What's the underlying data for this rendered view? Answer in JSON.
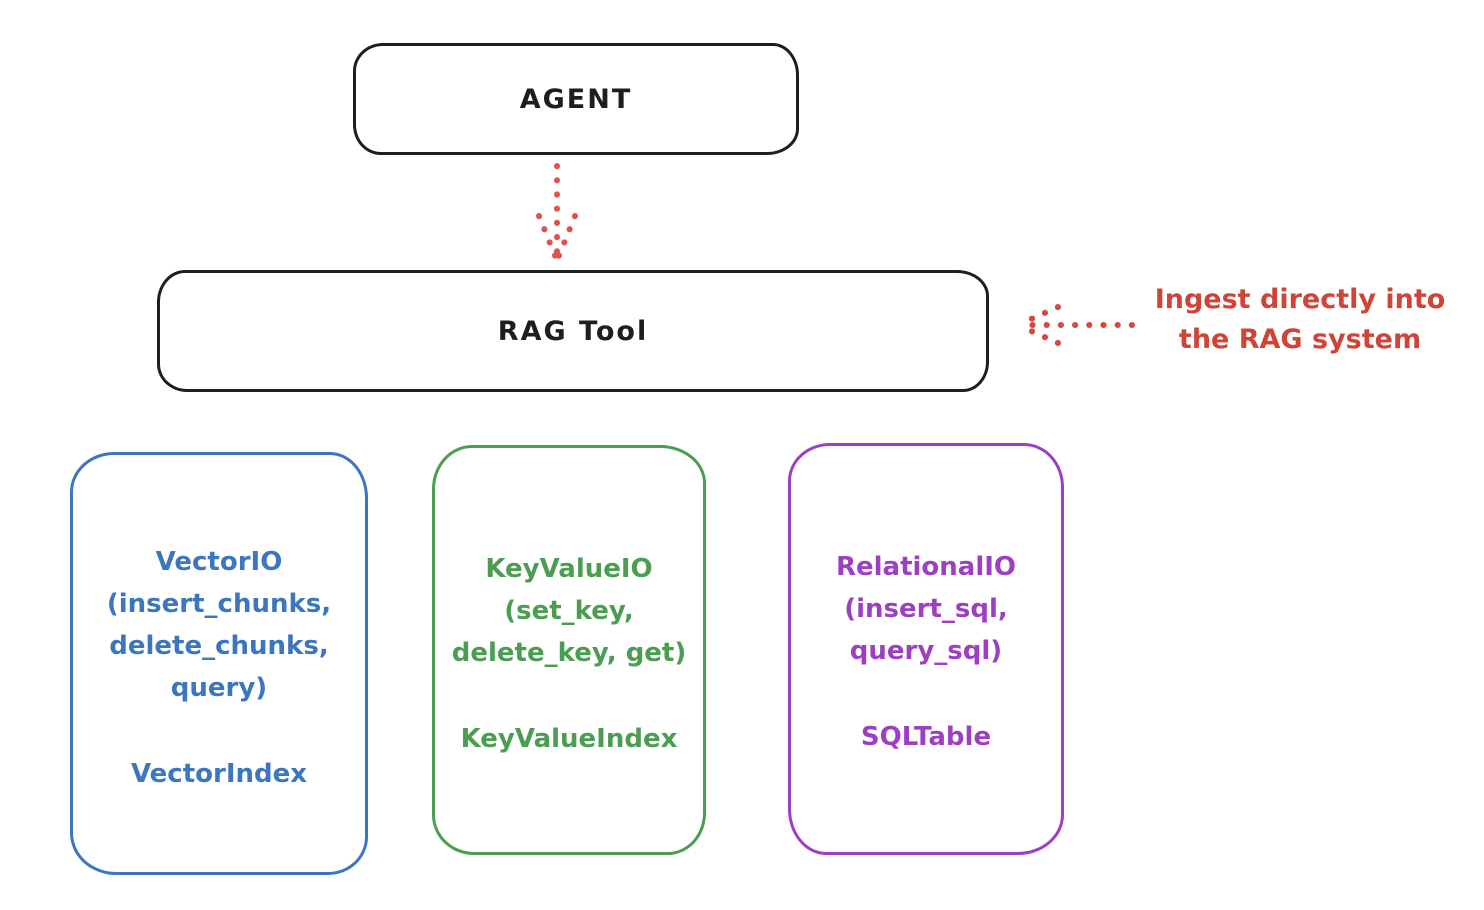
{
  "nodes": {
    "agent": {
      "label": "AGENT",
      "border_color": "#1e1e1e"
    },
    "rag_tool": {
      "label": "RAG Tool",
      "border_color": "#1e1e1e"
    }
  },
  "annotation": {
    "text": "Ingest directly into\nthe RAG system",
    "color": "#cf4437"
  },
  "arrows": {
    "agent_to_rag": {
      "direction": "down",
      "style": "dotted",
      "color": "#e0524a"
    },
    "annotation_to_rag": {
      "direction": "left",
      "style": "dotted",
      "color": "#d4483f"
    }
  },
  "backends": [
    {
      "id": "vector",
      "title": "VectorIO",
      "methods": "(insert_chunks,\ndelete_chunks,\nquery)",
      "index_label": "VectorIndex",
      "color": "#3b76c1"
    },
    {
      "id": "keyvalue",
      "title": "KeyValueIO",
      "methods": "(set_key,\ndelete_key, get)",
      "index_label": "KeyValueIndex",
      "color": "#4a9d51"
    },
    {
      "id": "relational",
      "title": "RelationalIO",
      "methods": "(insert_sql,\nquery_sql)",
      "index_label": "SQLTable",
      "color": "#9c3fc3"
    }
  ]
}
